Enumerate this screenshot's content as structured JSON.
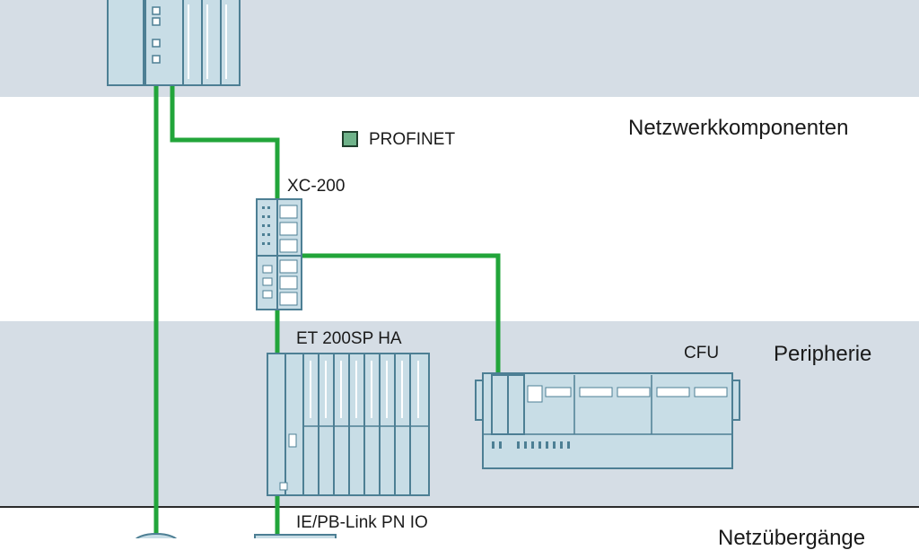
{
  "sections": {
    "network": "Netzwerkkomponenten",
    "periphery": "Peripherie",
    "gateways": "Netzübergänge"
  },
  "legend": {
    "profinet": "PROFINET"
  },
  "devices": {
    "switch": "XC-200",
    "et200sp": "ET 200SP HA",
    "cfu": "CFU",
    "pn_link": "IE/PB-Link PN IO"
  },
  "colors": {
    "profinet_line": "#22a53a",
    "band_background": "#d5dde5",
    "device_fill": "#c8dde6",
    "device_stroke": "#4d7f94"
  }
}
